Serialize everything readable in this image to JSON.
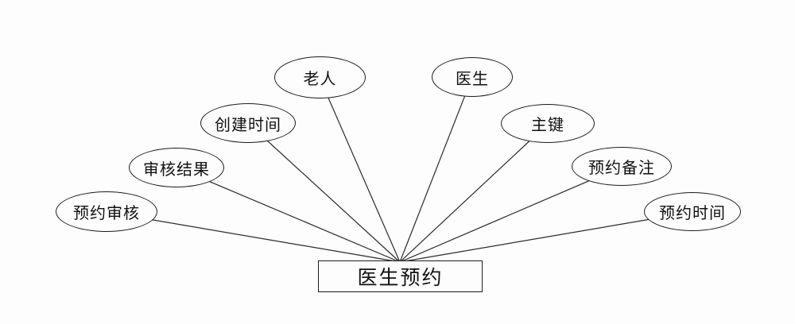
{
  "diagram": {
    "type": "er-attribute-diagram",
    "entity": {
      "label": "医生预约"
    },
    "attributes": [
      {
        "label": "预约审核"
      },
      {
        "label": "审核结果"
      },
      {
        "label": "创建时间"
      },
      {
        "label": "老人"
      },
      {
        "label": "医生"
      },
      {
        "label": "主键"
      },
      {
        "label": "预约备注"
      },
      {
        "label": "预约时间"
      }
    ],
    "colors": {
      "background": "#fdfdfd",
      "stroke": "#1c1c1c",
      "text": "#111111"
    }
  }
}
